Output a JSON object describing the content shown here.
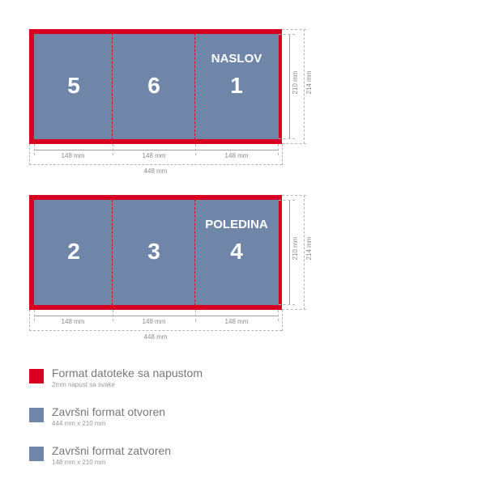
{
  "colors": {
    "bleed": "#d80021",
    "trim": "#7086a8",
    "panel_text": "#ffffff",
    "dimension": "#9e9e9e"
  },
  "sheets": [
    {
      "panels": [
        {
          "number": "5",
          "title": ""
        },
        {
          "number": "6",
          "title": ""
        },
        {
          "number": "1",
          "title": "NASLOV"
        }
      ],
      "panel_width_label": "148 mm",
      "total_width_label": "448 mm",
      "trim_height_label": "210 mm",
      "bleed_height_label": "214 mm"
    },
    {
      "panels": [
        {
          "number": "2",
          "title": ""
        },
        {
          "number": "3",
          "title": ""
        },
        {
          "number": "4",
          "title": "POLEDINA"
        }
      ],
      "panel_width_label": "148 mm",
      "total_width_label": "448 mm",
      "trim_height_label": "210 mm",
      "bleed_height_label": "214 mm"
    }
  ],
  "legend": [
    {
      "title": "Format datoteke sa napustom",
      "subtitle": "2mm napust sa svake",
      "swatch": "bleed"
    },
    {
      "title": "Završni format otvoren",
      "subtitle": "444 mm x 210 mm",
      "swatch": "trim"
    },
    {
      "title": "Završni format zatvoren",
      "subtitle": "148 mm x 210 mm",
      "swatch": "trim"
    }
  ]
}
